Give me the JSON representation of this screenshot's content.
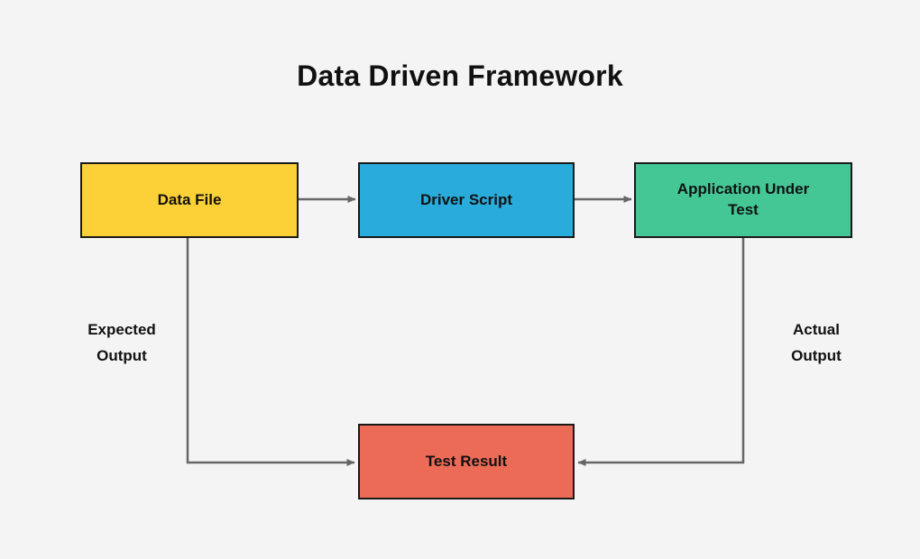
{
  "diagram": {
    "title": "Data Driven Framework",
    "background_color": "#f4f4f4",
    "connector_color": "#666666",
    "border_color": "#1a1a1a",
    "nodes": [
      {
        "id": "data-file",
        "label": "Data File",
        "color": "#fcd137"
      },
      {
        "id": "driver-script",
        "label": "Driver Script",
        "color": "#29abdb"
      },
      {
        "id": "application-under-test",
        "label": "Application Under\nTest",
        "color": "#44c795"
      },
      {
        "id": "test-result",
        "label": "Test Result",
        "color": "#ec6b56"
      }
    ],
    "edge_labels": [
      {
        "id": "expected-output",
        "label": "Expected\nOutput"
      },
      {
        "id": "actual-output",
        "label": "Actual\nOutput"
      }
    ],
    "connections": [
      {
        "from": "data-file",
        "to": "driver-script",
        "label": ""
      },
      {
        "from": "driver-script",
        "to": "application-under-test",
        "label": ""
      },
      {
        "from": "data-file",
        "to": "test-result",
        "label": "Expected Output"
      },
      {
        "from": "application-under-test",
        "to": "test-result",
        "label": "Actual Output"
      }
    ]
  }
}
